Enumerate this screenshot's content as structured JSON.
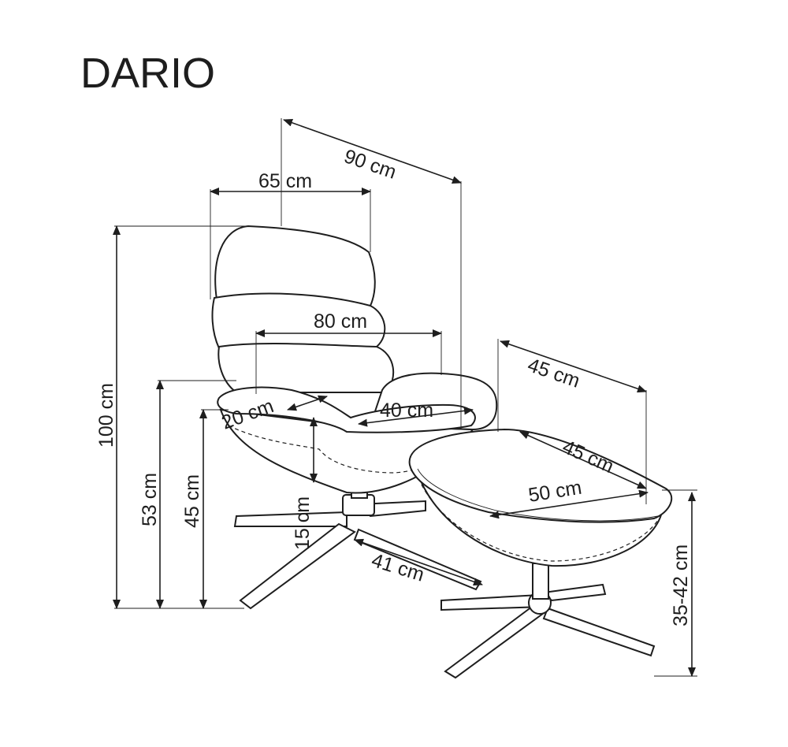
{
  "title": "DARIO",
  "dimensions": {
    "depth_total": "90 cm",
    "width_back": "65 cm",
    "height_total": "100 cm",
    "width_total": "80 cm",
    "armrest_height_above_seat": "20 cm",
    "seat_depth": "40 cm",
    "armrest_height": "53 cm",
    "seat_height": "45 cm",
    "seat_thickness": "15 cm",
    "base_leg": "41 cm",
    "ottoman_depth": "45 cm",
    "ottoman_width": "45 cm",
    "ottoman_length": "50 cm",
    "ottoman_height": "35-42 cm"
  }
}
